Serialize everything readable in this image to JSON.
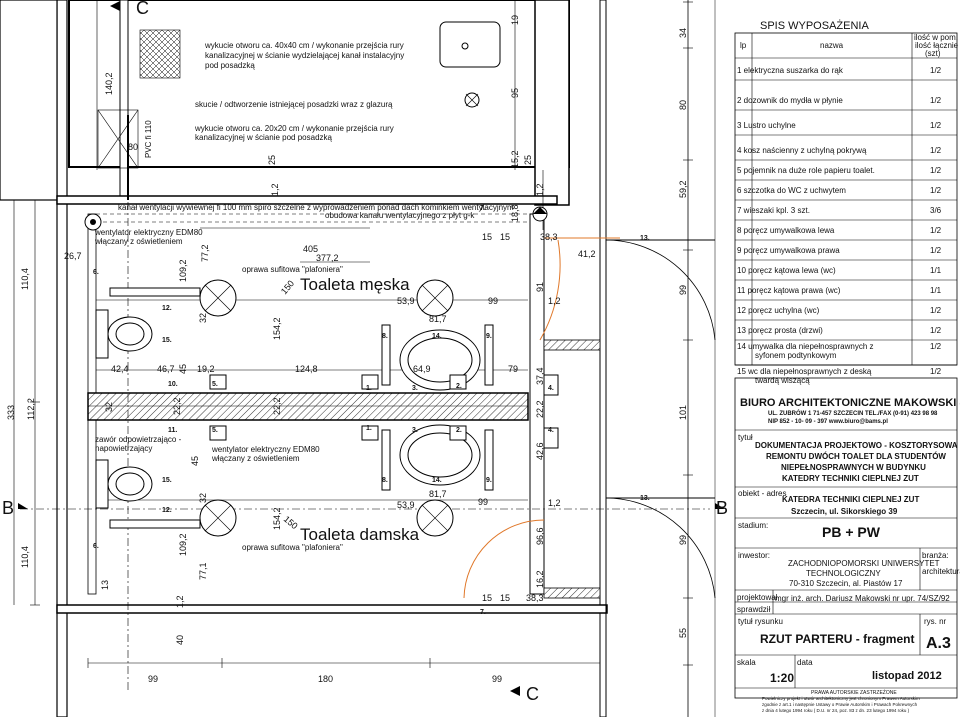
{
  "section_markers": {
    "c_top": "C",
    "c_bottom": "C",
    "b_left": "B",
    "b_right": "B"
  },
  "rooms": {
    "mens": "Toaleta męska",
    "womens": "Toaleta damska"
  },
  "notes": {
    "n1": "wykucie otworu ca. 40x40 cm / wykonanie przejścia rury",
    "n1b": "kanalizacyjnej w ścianie wydzielającej kanał instalacyjny",
    "n1c": "pod posadzką",
    "n2": "skucie / odtworzenie istniejącej posadzki wraz z glazurą",
    "n3": "wykucie otworu ca. 20x20 cm / wykonanie przejścia rury",
    "n3b": "kanalizacyjnej w ścianie  pod posadzką",
    "n4": "kanał wentylacji wywiewnej fi 100 mm spiro szczelne z wyprowadzeniem ponad dach kominkiem wentylacyjnym",
    "n4b": "obudowa kanału wentylacyjnego z płyt g-k",
    "n5": "wentylator elektryczny EDM80",
    "n5b": "włączany z oświetleniem",
    "n6": "oprawa sufitowa \"plafoniera\"",
    "n7": "zawór odpowietrzająco -",
    "n7b": "napowietrzający",
    "n8": "wentylator elektryczny EDM80",
    "n8b": "włączany z oświetleniem",
    "n9": "oprawa sufitowa \"plafoniera\"",
    "pvc": "PVC fi 110"
  },
  "dims": {
    "d140": "140,2",
    "d80a": "80",
    "d25a": "25",
    "d19": "19",
    "d95": "95",
    "d152": "15,2",
    "d25b": "25",
    "d34": "34",
    "d80b": "80",
    "d592": "59,2",
    "d12a": "1,2",
    "d12b": "1,2",
    "d188": "18,8",
    "d405": "405",
    "d3772": "377,2",
    "d267": "26,7",
    "d1092a": "109,2",
    "d772a": "77,2",
    "d150a": "150",
    "d1542a": "154,2",
    "d32a": "32",
    "d15a": "15",
    "d15b": "15",
    "d383a": "38,3",
    "d412": "41,2",
    "d539a": "53,9",
    "d99a": "99",
    "d91": "91",
    "d12c": "1,2",
    "d817a": "81,7",
    "d99b": "99",
    "d424": "42,4",
    "d467": "46,7",
    "d45a": "45",
    "d192": "19,2",
    "d1248": "124,8",
    "d649": "64,9",
    "d79": "79",
    "d374": "37,4",
    "d32b": "32",
    "d222a": "22,2",
    "d222b": "22,2",
    "d222c": "22,2",
    "d101": "101",
    "d426": "42,6",
    "d45b": "45",
    "d32c": "32",
    "d817b": "81,7",
    "d99c": "99",
    "d12d": "1,2",
    "d539b": "53,9",
    "d150b": "150",
    "d1542b": "154,2",
    "d1092b": "109,2",
    "d771": "77,1",
    "d966": "96,6",
    "d99d": "99",
    "d162": "16,2",
    "d15c": "15",
    "d15d": "15",
    "d383b": "38,3",
    "d13": "13",
    "d12e": "1,2",
    "d40": "40",
    "d55": "55",
    "d99e": "99",
    "d180": "180",
    "d99f": "99",
    "l1104a": "110,4",
    "l333": "333",
    "l1122": "112,2",
    "l1104b": "110,4"
  },
  "numbers": {
    "n6a": "6.",
    "n12a": "12.",
    "n15a": "15.",
    "n10": "10.",
    "n5a": "5.",
    "n1a": "1.",
    "n3a": "3.",
    "n2a": "2.",
    "n4a": "4.",
    "n11": "11.",
    "n5b": "5.",
    "n1b": "1.",
    "n3b": "3.",
    "n2b": "2.",
    "n4b": "4.",
    "n15b": "15.",
    "n12b": "12.",
    "n6b": "6.",
    "n7a": "7.",
    "n7b": "7.",
    "n8a": "8.",
    "n14a": "14.",
    "n9a": "9.",
    "n8b": "8.",
    "n14b": "14.",
    "n9b": "9.",
    "n13a": "13.",
    "n13b": "13."
  },
  "equipment": {
    "title": "SPIS WYPOSAŻENIA",
    "headers": {
      "lp": "lp",
      "name": "nazwa",
      "qty1": "ilość w pom. /",
      "qty2": "ilość łącznie",
      "qty3": "(szt)"
    },
    "rows": [
      {
        "text": "1 elektryczna suszarka do rąk",
        "qty": "1/2"
      },
      {
        "text": "2 dozownik do mydła w płynie",
        "qty": "1/2"
      },
      {
        "text": "3 Lustro uchylne",
        "qty": "1/2"
      },
      {
        "text": "4 kosz naścienny z uchylną pokrywą",
        "qty": "1/2"
      },
      {
        "text": "5 pojemnik na duże role papieru toalet.",
        "qty": "1/2"
      },
      {
        "text": "6 szczotka do WC z uchwytem",
        "qty": "1/2"
      },
      {
        "text": "7 wieszaki kpl. 3 szt.",
        "qty": "3/6"
      },
      {
        "text": "8 poręcz umywalkowa lewa",
        "qty": "1/2"
      },
      {
        "text": "9 poręcz umywalkowa prawa",
        "qty": "1/2"
      },
      {
        "text": "10 poręcz kątowa lewa (wc)",
        "qty": "1/1"
      },
      {
        "text": "11 poręcz kątowa prawa (wc)",
        "qty": "1/1"
      },
      {
        "text": "12 poręcz uchylna (wc)",
        "qty": "1/2"
      },
      {
        "text": "13 poręcz prosta (drzwi)",
        "qty": "1/2"
      },
      {
        "text": "14 umywalka dla niepełnosprawnych z",
        "text2": "syfonem podtynkowym",
        "qty": "1/2"
      },
      {
        "text": "15 wc dla niepełnosprawnych z deską",
        "text2": "twardą wiszącą",
        "qty": "1/2"
      }
    ]
  },
  "titleblock": {
    "office": "BIURO ARCHITEKTONICZNE MAKOWSKI & SOŁDEK",
    "address": "UL. ZUBRÓW 1  71-457  SZCZECIN  TEL./FAX (0-91)  423 98 98",
    "nip": "NIP 852 - 10- 09 - 397   www.biuro@bams.pl",
    "tytul_label": "tytuł",
    "tytul_1": "DOKUMENTACJA PROJEKTOWO - KOSZTORYSOWA",
    "tytul_2": "REMONTU DWÓCH TOALET DLA STUDENTÓW",
    "tytul_3": "NIEPEŁNOSPRAWNYCH W BUDYNKU",
    "tytul_4": "KATEDRY TECHNIKI CIEPLNEJ ZUT",
    "obiekt_label": "obiekt - adres",
    "obiekt_1": "KATEDRA TECHNIKI CIEPLNEJ ZUT",
    "obiekt_2": "Szczecin, ul. Sikorskiego 39",
    "stadium_label": "stadium:",
    "stadium": "PB + PW",
    "inwestor_label": "inwestor:",
    "inwestor_1": "ZACHODNIOPOMORSKI UNIWERSYTET",
    "inwestor_2": "TECHNOLOGICZNY",
    "inwestor_3": "70-310 Szczecin, al. Piastów 17",
    "branza_label": "branża:",
    "branza": "architektura",
    "projektowal_label": "projektował",
    "projektowal": "mgr inż. arch. Dariusz Makowski nr upr. 74/SZ/92",
    "sprawdzil_label": "sprawdził",
    "rys_tytul_label": "tytuł rysunku",
    "rys_nr_label": "rys.  nr",
    "rys_tytul": "RZUT PARTERU - fragment",
    "rys_nr": "A.3",
    "skala_label": "skala",
    "skala": "1:20",
    "data_label": "data",
    "data": "listopad 2012",
    "rights_1": "PRAWA AUTORSKIE ZASTRZEŻONE",
    "rights_2": "Powielniczy projekt i utwór architektoniczny jest chronionym Prawem Autorskim",
    "rights_3": "zgodnie z art.1 i następnie Ustawy o Prawie Autorskim i Prawach Pokrewnych",
    "rights_4": "z dnia 4 lutego 1994 roku ( D.U. nr 24, poz. 83 z dn. 23 lutego 1994 roku )"
  },
  "colors": {
    "line": "#000000",
    "accent_orange": "#e0782a",
    "hatch": "#000000"
  }
}
